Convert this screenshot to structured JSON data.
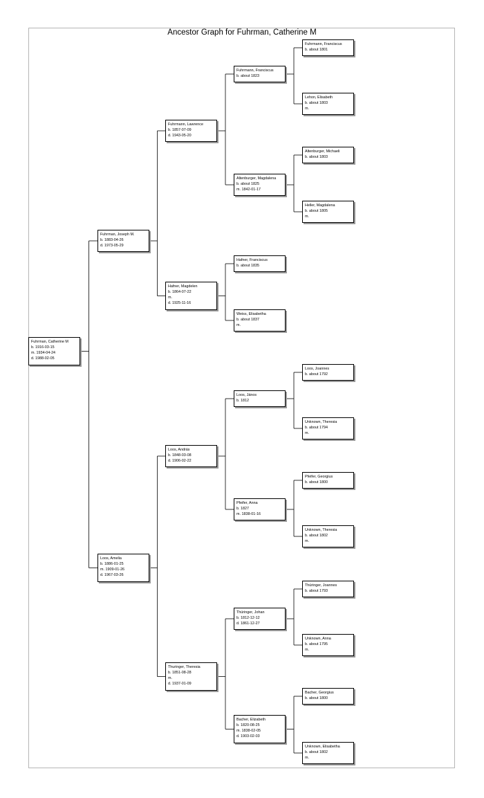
{
  "title": "Ancestor Graph for Fuhrman, Catherine M",
  "people": [
    {
      "id": "p0",
      "lines": [
        "Fuhrman, Catherine M",
        "b. 1916-03-15",
        "m. 1934-04-24",
        "d. 1988-02-05"
      ]
    },
    {
      "id": "p1",
      "lines": [
        "Fuhrman, Joseph M.",
        "b. 1883-04-26",
        "d. 1973-05-29"
      ]
    },
    {
      "id": "p2",
      "lines": [
        "Loos, Amelia",
        "b. 1886-01-25",
        "m. 1909-01-26",
        "d. 1967-03-26"
      ]
    },
    {
      "id": "p3",
      "lines": [
        "Fuhrmann, Lawrence",
        "b. 1857-07-09",
        "d. 1943-05-20"
      ]
    },
    {
      "id": "p4",
      "lines": [
        "Hafner, Magdelen",
        "b. 1864-07-22",
        "m.",
        "d. 1925-11-16"
      ]
    },
    {
      "id": "p5",
      "lines": [
        "Loos, András",
        "b. 1848-03-08",
        "d. 1906-02-22"
      ]
    },
    {
      "id": "p6",
      "lines": [
        "Thuringer, Theresia",
        "b. 1851-08-28",
        "m.",
        "d. 1937-01-09"
      ]
    },
    {
      "id": "p7",
      "lines": [
        "Fuhrmann, Franciscus",
        "b. about 1823"
      ]
    },
    {
      "id": "p8",
      "lines": [
        "Altenburger, Magdalena",
        "b. about 1825",
        "m. 1842-01-17"
      ]
    },
    {
      "id": "p9",
      "lines": [
        "Hafner, Franciscus",
        "b. about 1835"
      ]
    },
    {
      "id": "p10",
      "lines": [
        "Weiss, Elisabetha",
        "b. about 1837",
        "m."
      ]
    },
    {
      "id": "p11",
      "lines": [
        "Loos, János",
        "b. 1812"
      ]
    },
    {
      "id": "p12",
      "lines": [
        "Pfeifer, Anna",
        "b. 1827",
        "m. 1838-01-16"
      ]
    },
    {
      "id": "p13",
      "lines": [
        "Thüringer, Johan",
        "b. 1812-12-12",
        "d. 1861-12-27"
      ]
    },
    {
      "id": "p14",
      "lines": [
        "Bacher, Elizabeth",
        "b. 1820-08-25",
        "m. 1838-02-05",
        "d. 1903-02-03"
      ]
    },
    {
      "id": "p15",
      "lines": [
        "Fuhrmann, Franciscus",
        "b. about 1801"
      ]
    },
    {
      "id": "p16",
      "lines": [
        "Lehon, Elisabeth",
        "b. about 1803",
        "m."
      ]
    },
    {
      "id": "p17",
      "lines": [
        "Altenburger, Michaeli",
        "b. about 1803"
      ]
    },
    {
      "id": "p18",
      "lines": [
        "Heller, Magdalena",
        "b. about 1805",
        "m."
      ]
    },
    {
      "id": "p19",
      "lines": [
        "Loos, Joannes",
        "b. about 1792"
      ]
    },
    {
      "id": "p20",
      "lines": [
        "Unknown, Theresia",
        "b. about 1794",
        "m."
      ]
    },
    {
      "id": "p21",
      "lines": [
        "Pfeifer, Georgius",
        "b. about 1800"
      ]
    },
    {
      "id": "p22",
      "lines": [
        "Unknown, Theresia",
        "b. about 1802",
        "m."
      ]
    },
    {
      "id": "p23",
      "lines": [
        "Thüringer, Joannes",
        "b. about 1793"
      ]
    },
    {
      "id": "p24",
      "lines": [
        "Unknown, Anna",
        "b. about 1795",
        "m."
      ]
    },
    {
      "id": "p25",
      "lines": [
        "Bacher, Georgius",
        "b. about 1800"
      ]
    },
    {
      "id": "p26",
      "lines": [
        "Unknown, Elisabetha",
        "b. about 1802",
        "m."
      ]
    }
  ]
}
